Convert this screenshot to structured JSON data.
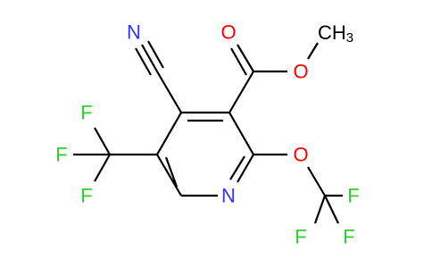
{
  "molecule": {
    "atoms": {
      "nitrile_n": "N",
      "carbonyl_o": "O",
      "ester_o": "O",
      "methyl": "CH",
      "methyl_sub": "3",
      "ring_n": "N",
      "ether_o": "O",
      "cf3_top_f1": "F",
      "cf3_top_f2": "F",
      "cf3_top_f3": "F",
      "ocf3_f1": "F",
      "ocf3_f2": "F",
      "ocf3_f3": "F"
    },
    "colors": {
      "carbon_bond": "#000000",
      "nitrogen": "#3333ff",
      "oxygen": "#ff0000",
      "fluorine": "#33cc33"
    }
  }
}
